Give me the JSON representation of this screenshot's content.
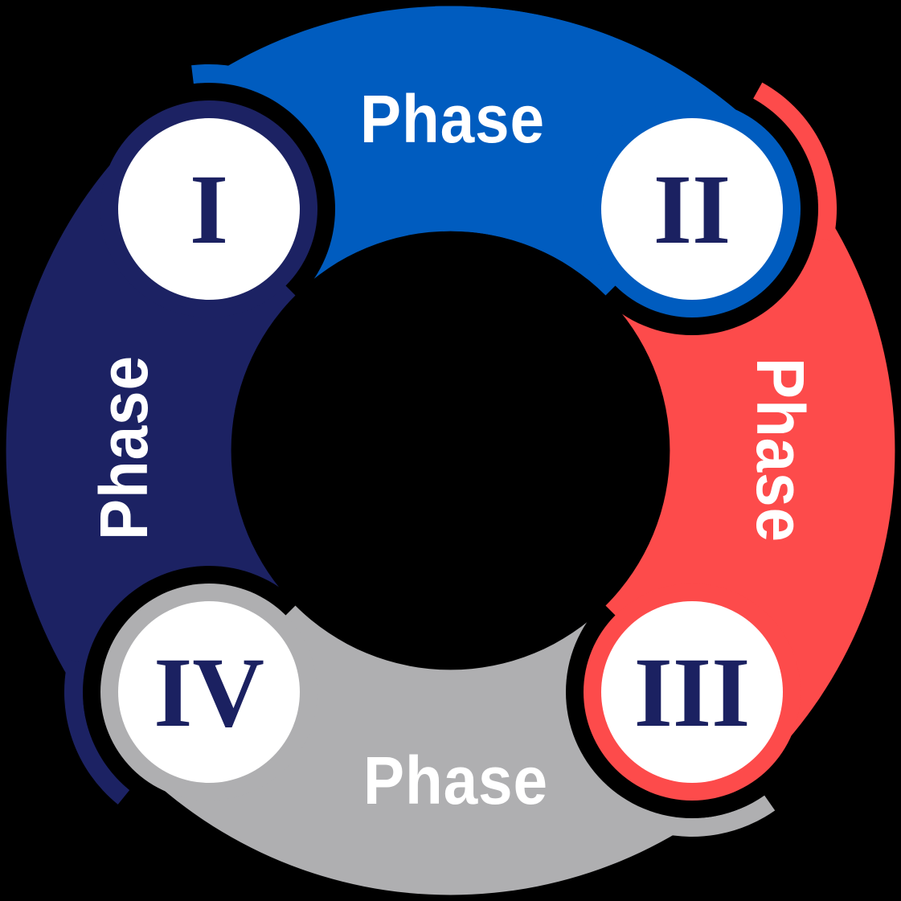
{
  "diagram": {
    "type": "cycle-diagram",
    "background": "#000000",
    "label_color": "#ffffff",
    "numeral_color": "#1b2161",
    "badge_fill": "#ffffff",
    "phases": [
      {
        "id": 1,
        "numeral": "I",
        "label": "Phase",
        "color": "#1c2263",
        "badge_position": "top-left"
      },
      {
        "id": 2,
        "numeral": "II",
        "label": "Phase",
        "color": "#005cbf",
        "badge_position": "top-right"
      },
      {
        "id": 3,
        "numeral": "III",
        "label": "Phase",
        "color": "#fd4b4b",
        "badge_position": "bottom-right"
      },
      {
        "id": 4,
        "numeral": "IV",
        "label": "Phase",
        "color": "#afafb1",
        "badge_position": "bottom-left"
      }
    ]
  }
}
